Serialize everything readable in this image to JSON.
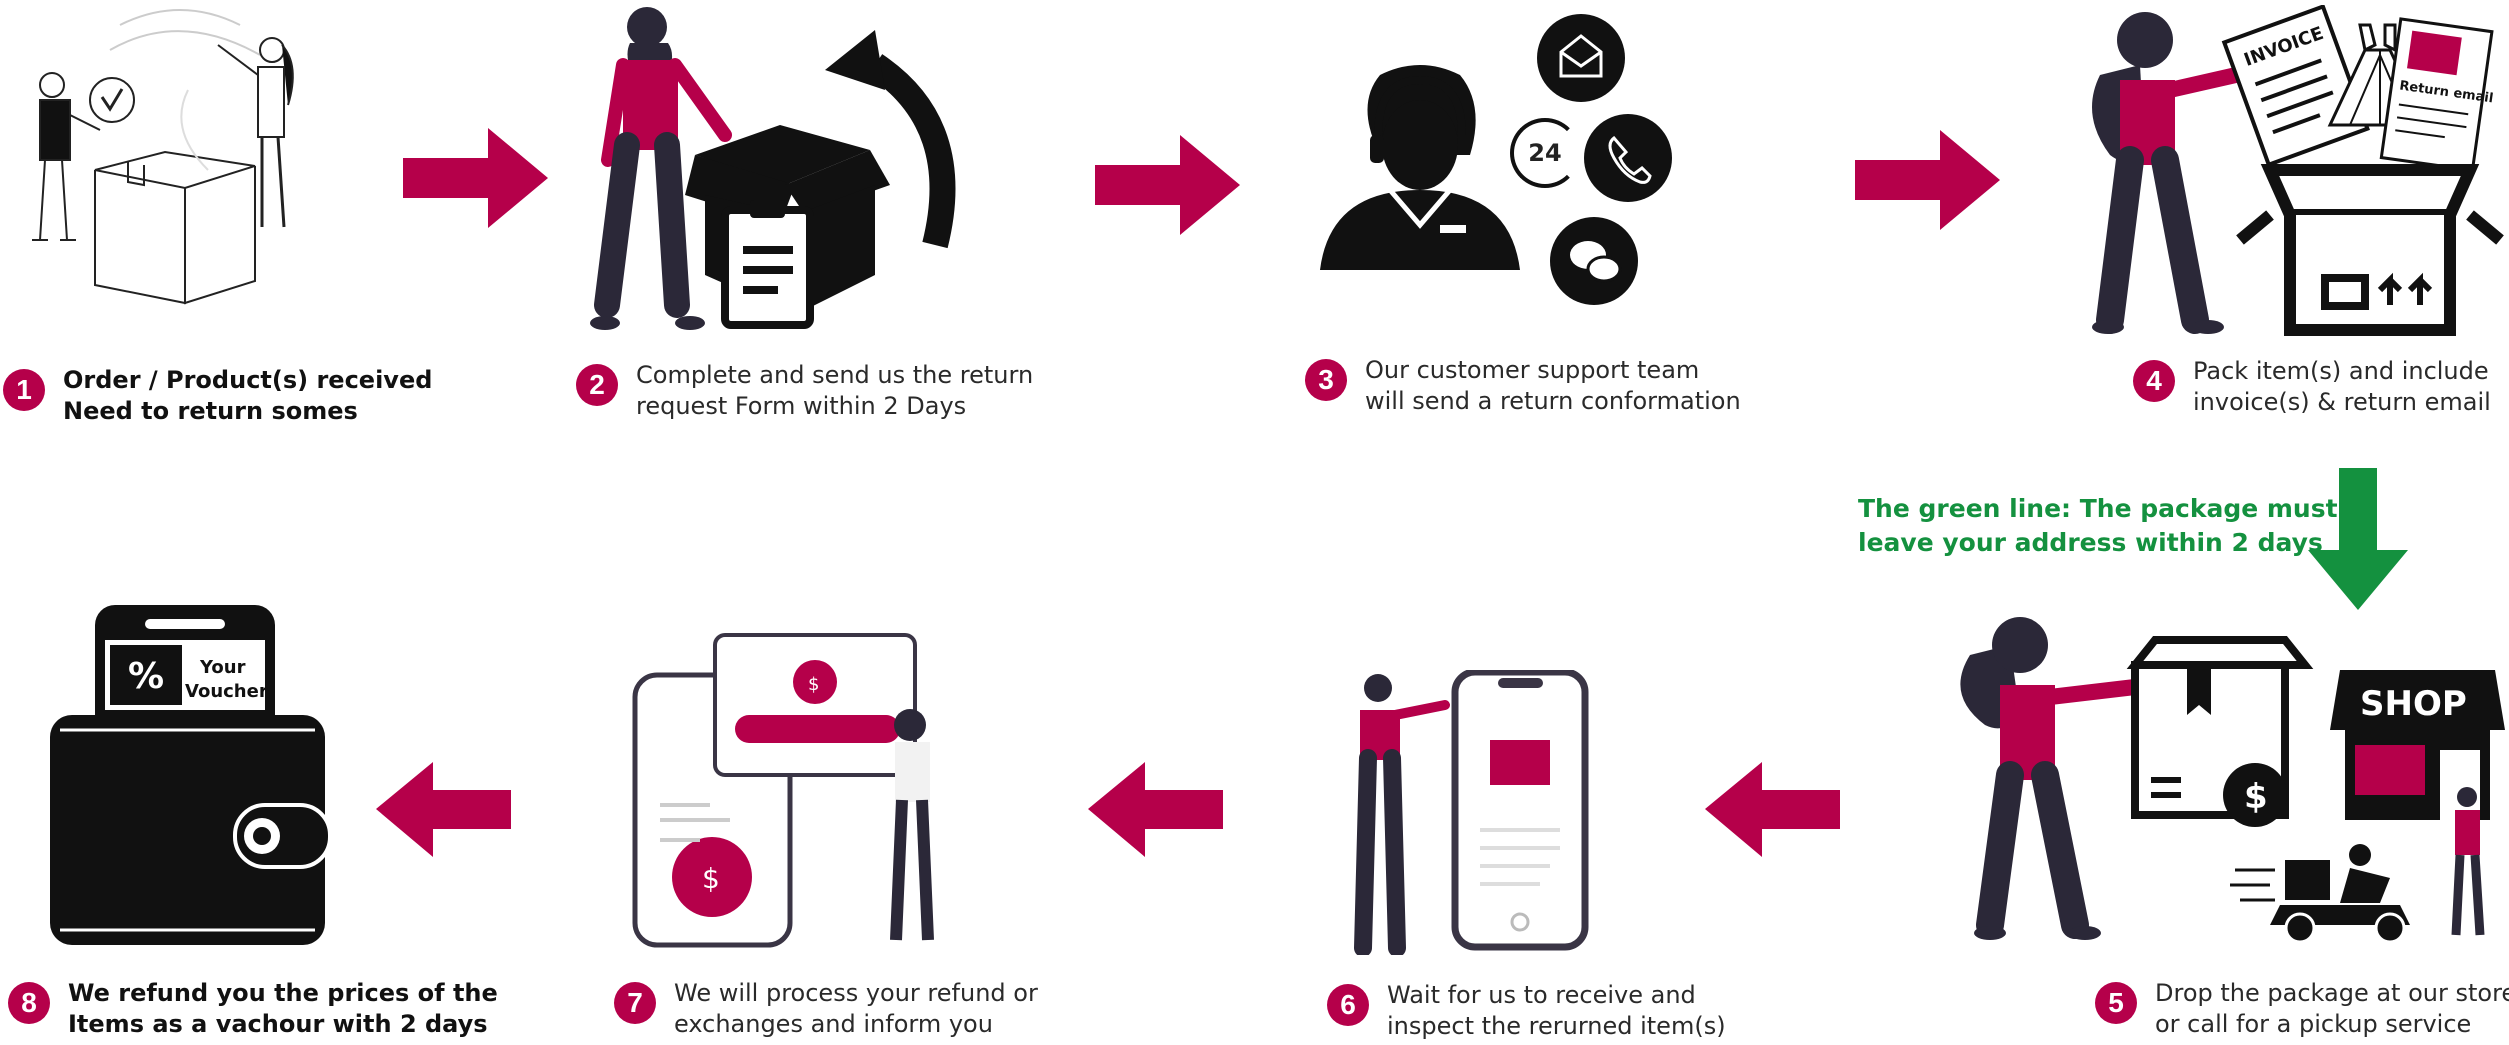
{
  "accent_color": "#b5004a",
  "green_color": "#14913f",
  "steps": [
    {
      "number": "1",
      "lines": [
        "Order / Product(s) received",
        "Need to return somes"
      ]
    },
    {
      "number": "2",
      "lines": [
        "Complete and send us the return",
        "request Form within 2 Days"
      ]
    },
    {
      "number": "3",
      "lines": [
        "Our customer support team",
        "will send a return conformation"
      ]
    },
    {
      "number": "4",
      "lines": [
        "Pack item(s) and include",
        "invoice(s) & return email"
      ]
    },
    {
      "number": "5",
      "lines": [
        "Drop the package at our store",
        "or call for a pickup service"
      ]
    },
    {
      "number": "6",
      "lines": [
        "Wait for us to receive and",
        "inspect the rerurned item(s)"
      ]
    },
    {
      "number": "7",
      "lines": [
        "We will process your refund or",
        "exchanges and inform you"
      ]
    },
    {
      "number": "8",
      "lines": [
        "We refund you the prices of the",
        "Items as a vachour with 2 days"
      ]
    }
  ],
  "green_note": [
    "The green line: The package must",
    "leave your address within 2 days"
  ],
  "illustration_text": {
    "support_24": "24",
    "invoice": "INVOICE",
    "return_email": "Return email",
    "shop": "SHOP",
    "voucher_percent": "%",
    "voucher_line1": "Your",
    "voucher_line2": "Voucher",
    "dollar": "$"
  },
  "icons": [
    "delivery-illustration",
    "open-box-return-icon",
    "support-agent-icon",
    "envelope-icon",
    "24h-icon",
    "phone-icon",
    "chat-icon",
    "invoice-document-icon",
    "dress-icon",
    "open-box-icon",
    "package-dollar-icon",
    "shop-icon",
    "delivery-scooter-icon",
    "smartphone-icon",
    "wallet-icon",
    "voucher-icon"
  ]
}
